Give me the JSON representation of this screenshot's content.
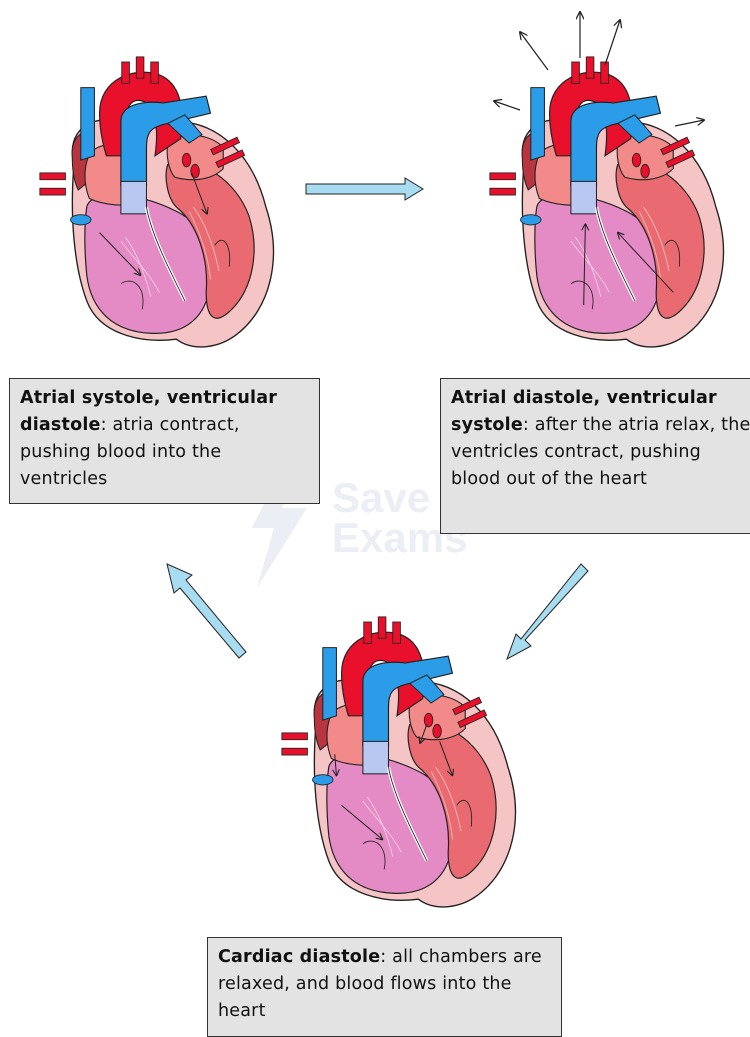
{
  "captions": {
    "atrial_systole": {
      "bold": "Atrial systole, ventricular diastole",
      "rest": ": atria contract, pushing blood into the ventricles"
    },
    "ventricular_systole": {
      "bold": "Atrial diastole, ventricular systole",
      "rest": ": after the atria relax, the ventricles contract, pushing blood out of the heart"
    },
    "cardiac_diastole": {
      "bold": "Cardiac diastole",
      "rest": ": all chambers are relaxed, and blood flows into the heart"
    }
  },
  "watermark": {
    "line1": "Save My",
    "line2": "Exams"
  },
  "colors": {
    "aorta_red": "#e8102a",
    "vein_blue": "#2b9de8",
    "wall_pink": "#f5c4c4",
    "right_ventricle": "#e48ac4",
    "left_ventricle": "#e96a70",
    "atrium_pink": "#f28a8a",
    "valve_blue": "#b8c8f0",
    "cycle_arrow": "#a8dcf0"
  },
  "icons": {
    "cycle_arrows": "arrow-icon",
    "watermark_logo": "lightning-bolt-icon"
  }
}
